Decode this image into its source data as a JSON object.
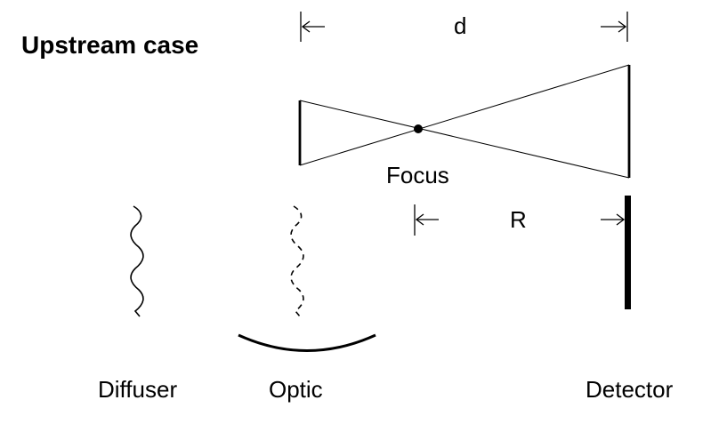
{
  "title": "Upstream case",
  "dimensions": {
    "d_label": "d",
    "R_label": "R"
  },
  "labels": {
    "focus": "Focus",
    "diffuser": "Diffuser",
    "optic": "Optic",
    "detector": "Detector"
  },
  "colors": {
    "ink": "#000000",
    "background": "#ffffff"
  }
}
